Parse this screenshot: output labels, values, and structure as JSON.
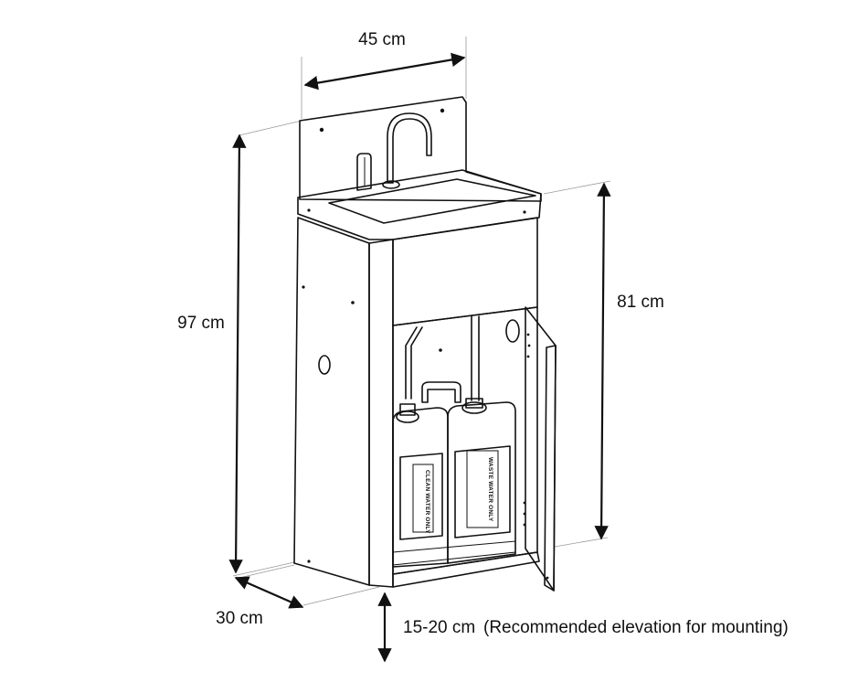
{
  "dimensions": {
    "width": "45 cm",
    "height_total": "97 cm",
    "height_basin": "81 cm",
    "depth": "30 cm",
    "elevation": "15-20 cm",
    "elevation_note": "(Recommended elevation for mounting)"
  },
  "tanks": {
    "clean": "CLEAN WATER ONLY",
    "waste": "WASTE WATER ONLY"
  },
  "colors": {
    "line": "#111111",
    "panel_fill": "#f4f4f4",
    "shade": "#e6e6e6",
    "background": "#ffffff"
  }
}
